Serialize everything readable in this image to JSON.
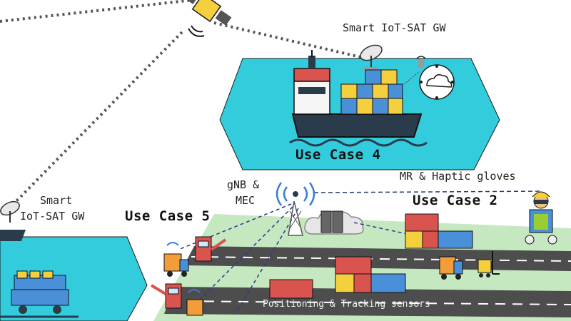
{
  "labels": {
    "gateway_top": "Smart IoT-SAT GW",
    "gateway_left_line1": "Smart",
    "gateway_left_line2": "IoT-SAT GW",
    "gnb_line1": "gNB &",
    "gnb_line2": "MEC",
    "mr_haptic": "MR & Haptic gloves",
    "use_case_2": "Use Case 2",
    "use_case_4": "Use Case 4",
    "use_case_5": "Use Case 5",
    "positioning": "Positioning & Tracking sensors"
  },
  "colors": {
    "sea": "#33ccdd",
    "yard": "#c6e8c0",
    "road": "#4d4d4d",
    "hull": "#2a3b4c",
    "container_red": "#d9534f",
    "container_blue": "#4a90d9",
    "container_yellow": "#f4d03f"
  }
}
